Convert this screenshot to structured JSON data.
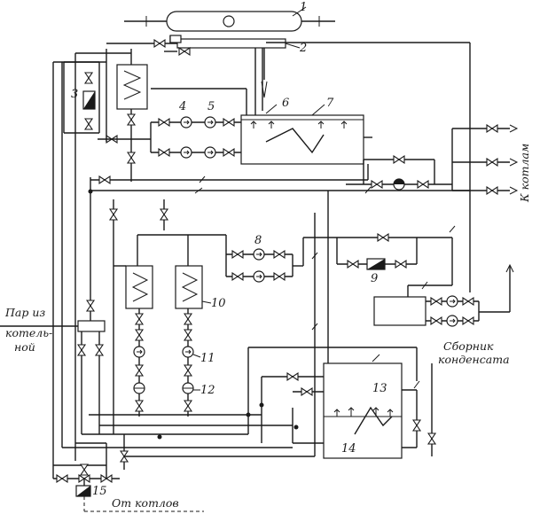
{
  "labels": {
    "n1": "1",
    "n2": "2",
    "n3": "3",
    "n4": "4",
    "n5": "5",
    "n6": "6",
    "n7": "7",
    "n8": "8",
    "n9": "9",
    "n10": "10",
    "n11": "11",
    "n12": "12",
    "n13": "13",
    "n14": "14",
    "n15": "15"
  },
  "text": {
    "k_kotlam": "К котлам",
    "par_line1": "Пар из",
    "par_line2": "котель-",
    "par_line3": "ной",
    "sbornik_line1": "Сборник",
    "sbornik_line2": "конденсата",
    "ot_kotlov": "От котлов"
  }
}
